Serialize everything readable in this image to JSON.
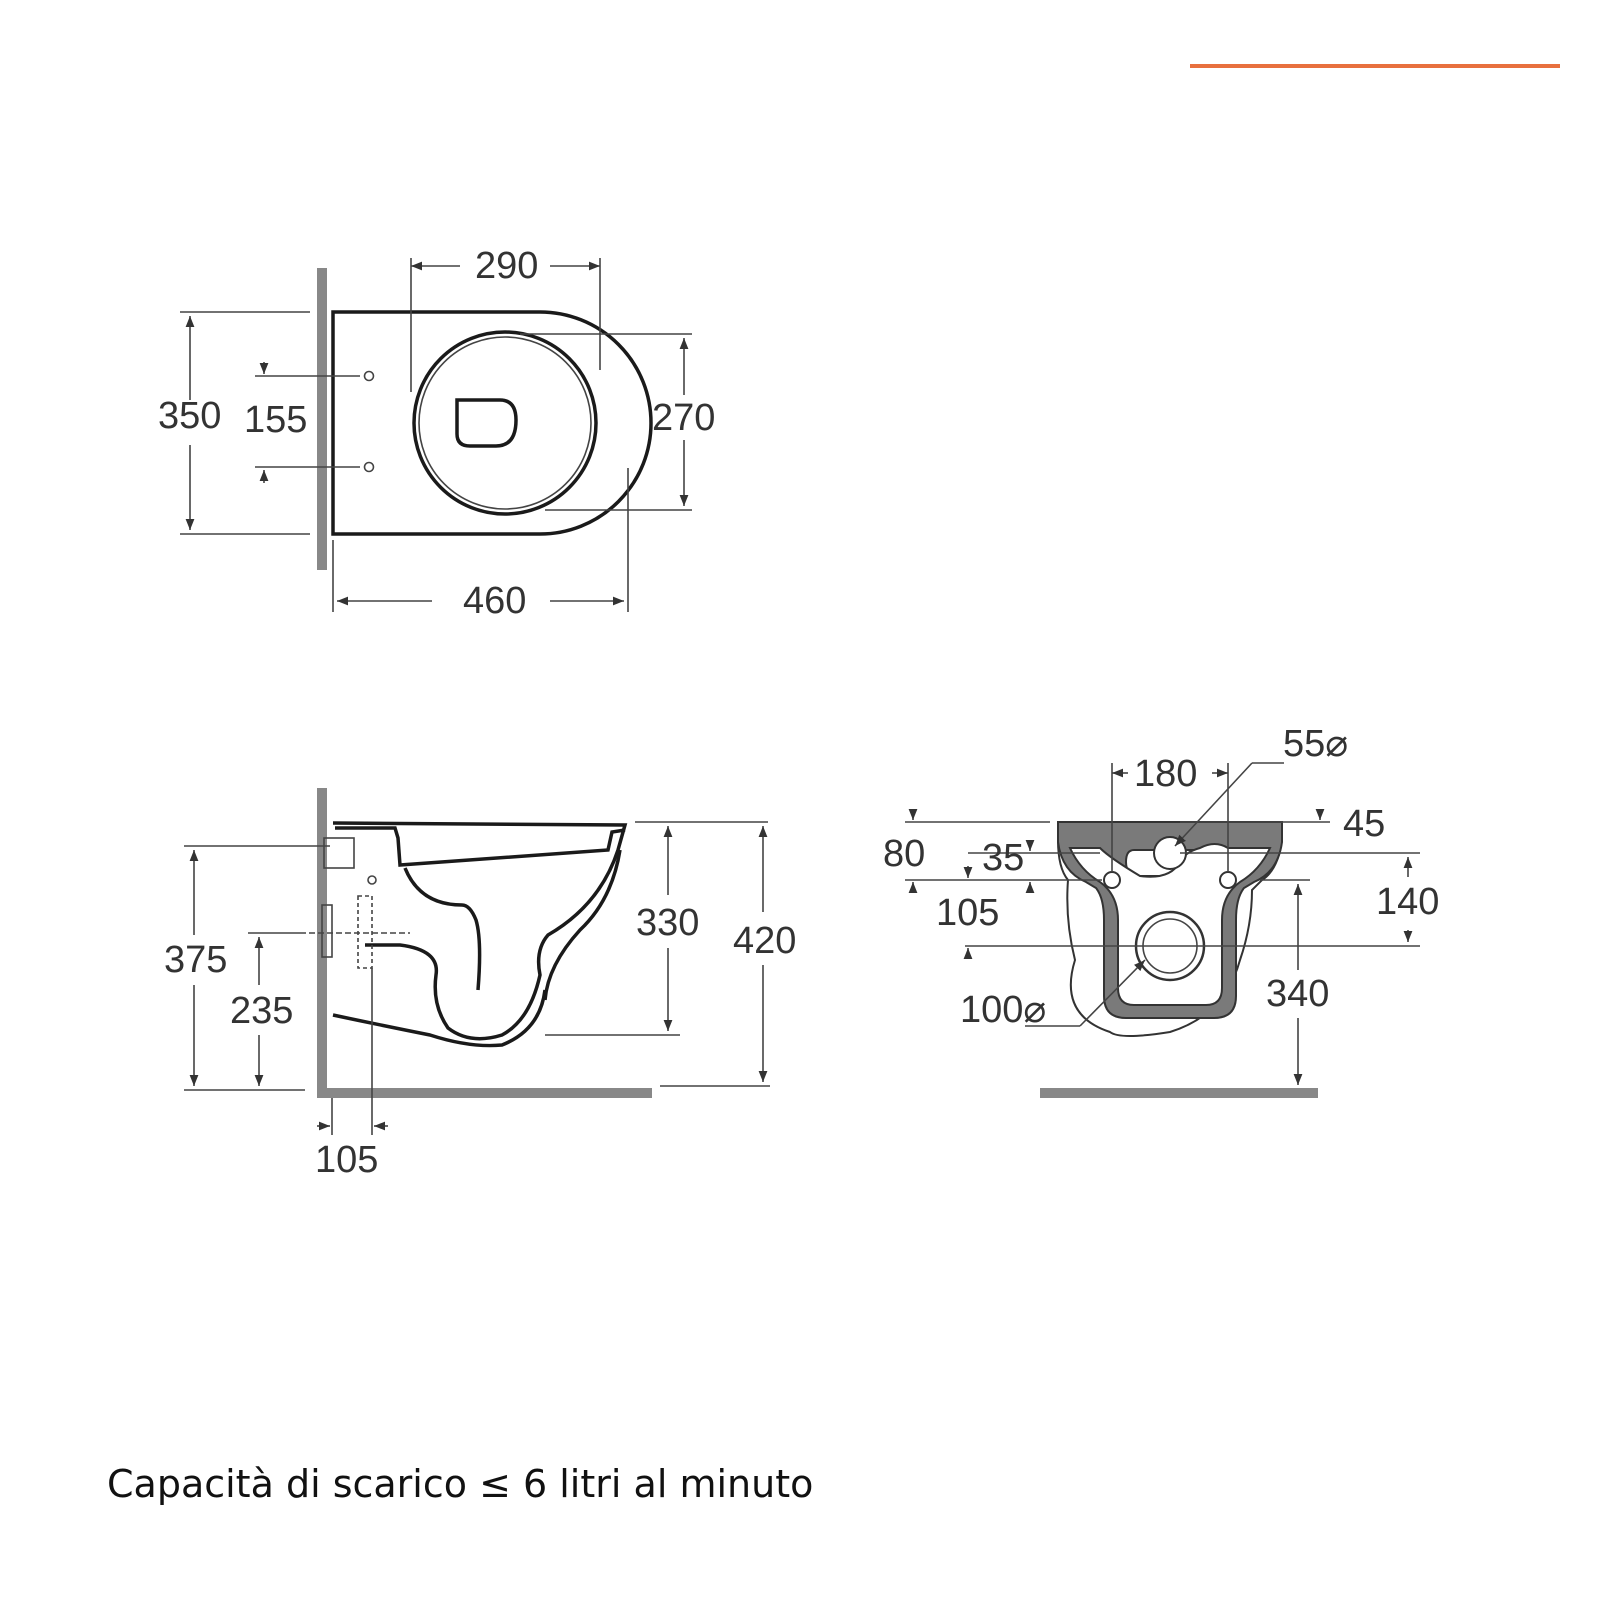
{
  "colors": {
    "accent": "#e8703e",
    "wall_gray": "#888888",
    "line": "#333333"
  },
  "top_view": {
    "width_290": "290",
    "depth_350": "350",
    "holes_155": "155",
    "bowl_270": "270",
    "length_460": "460"
  },
  "side_view": {
    "height_330": "330",
    "height_420": "420",
    "inlet_375": "375",
    "outlet_235": "235",
    "offset_105": "105"
  },
  "rear_view": {
    "diameter_55": "55⌀",
    "spacing_180": "180",
    "dim_45": "45",
    "dim_80": "80",
    "dim_35": "35",
    "dim_105": "105",
    "dim_140": "140",
    "dim_340": "340",
    "diameter_100": "100⌀"
  },
  "caption": "Capacità di scarico ≤ 6 litri al minuto"
}
